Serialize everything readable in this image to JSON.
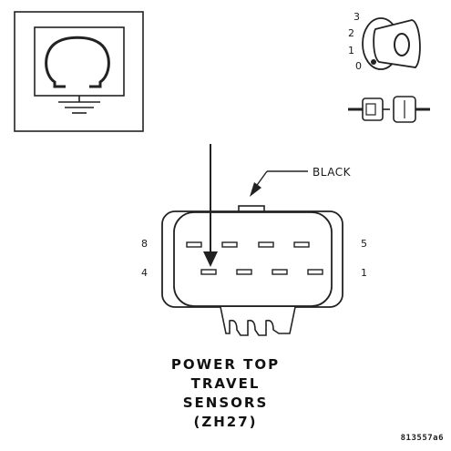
{
  "ignition_positions": [
    "3",
    "2",
    "1",
    "0"
  ],
  "connector": {
    "wire_color": "BLACK",
    "pin_labels": {
      "top_left": "8",
      "top_right": "5",
      "bottom_left": "4",
      "bottom_right": "1"
    }
  },
  "title_lines": [
    "POWER TOP",
    "TRAVEL",
    "SENSORS",
    "(ZH27)"
  ],
  "figure_number": "813557a6"
}
